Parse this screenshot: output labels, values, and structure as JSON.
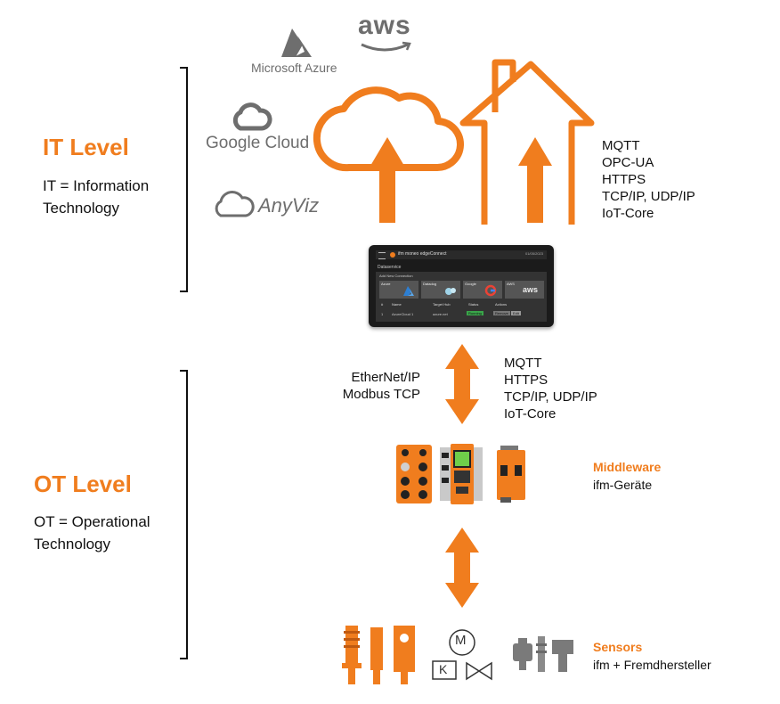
{
  "it_level": {
    "title": "IT Level",
    "desc_line1": "IT = Information",
    "desc_line2": "Technology"
  },
  "ot_level": {
    "title": "OT Level",
    "desc_line1": "OT = Operational",
    "desc_line2": "Technology"
  },
  "cloud_logos": {
    "azure": "Microsoft Azure",
    "aws": "aws",
    "google": "Google Cloud",
    "anyviz": "AnyViz"
  },
  "it_protocols": [
    "MQTT",
    "OPC-UA",
    "HTTPS",
    "TCP/IP, UDP/IP",
    "IoT-Core"
  ],
  "middle_protocols_left": [
    "EtherNet/IP",
    "Modbus TCP"
  ],
  "middle_protocols_right": [
    "MQTT",
    "HTTPS",
    "TCP/IP, UDP/IP",
    "IoT-Core"
  ],
  "screen": {
    "brand": "ifm moneo edgeConnect",
    "date": "01/05/2023",
    "section": "Dataservice",
    "subsection": "Add New Connection",
    "cards": [
      "Azure",
      "Datadog",
      "Google",
      "AWS"
    ],
    "aws_mark": "aws",
    "table_headers": [
      "#",
      "Name",
      "Target Hub",
      "Status",
      "Actions"
    ],
    "row": [
      "1",
      "AzureCloud 1",
      "azure.net",
      "Running",
      "Remove",
      "Edit"
    ]
  },
  "middleware": {
    "title": "Middleware",
    "subtitle": "ifm-Geräte"
  },
  "sensors": {
    "title": "Sensors",
    "subtitle": "ifm + Fremdhersteller",
    "motor_letter": "M",
    "relay_letter": "K"
  },
  "colors": {
    "orange": "#f07d1e",
    "gray_logo": "#6e6e6e",
    "dark_screen": "#222222"
  }
}
